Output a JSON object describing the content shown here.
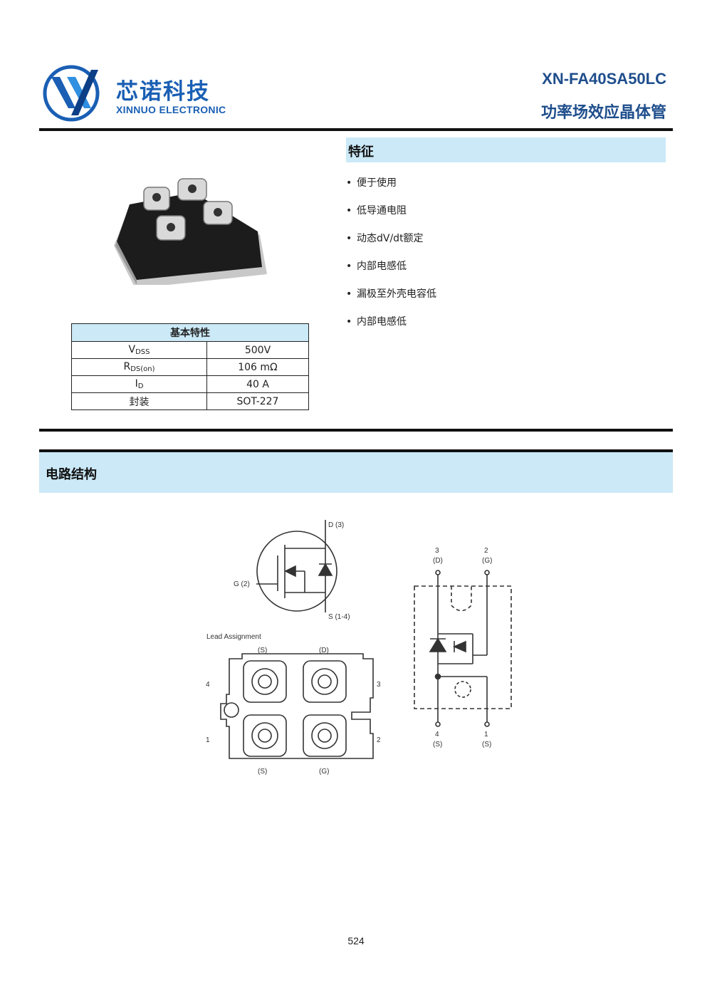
{
  "header": {
    "logo_cn": "芯诺科技",
    "logo_en": "XINNUO ELECTRONIC",
    "part_number": "XN-FA40SA50LC",
    "part_desc": "功率场效应晶体管"
  },
  "features": {
    "title": "特征",
    "items": [
      "便于使用",
      "低导通电阻",
      "动态dV/dt额定",
      "内部电感低",
      "漏极至外壳电容低",
      "内部电感低"
    ]
  },
  "spec_table": {
    "title": "基本特性",
    "rows": [
      {
        "param_main": "V",
        "param_sub": "DSS",
        "value": "500V"
      },
      {
        "param_main": "R",
        "param_sub": "DS(on)",
        "value": "106 mΩ"
      },
      {
        "param_main": "I",
        "param_sub": "D",
        "value": "40 A"
      },
      {
        "param_main": "封装",
        "param_sub": "",
        "value": "SOT-227"
      }
    ]
  },
  "circuit": {
    "title": "电路结构",
    "symbol_labels": {
      "drain": "D (3)",
      "gate": "G (2)",
      "source": "S (1-4)"
    },
    "lead_assignment": {
      "title": "Lead Assignment",
      "top_left": "(S)",
      "top_right": "(D)",
      "bottom_left": "(S)",
      "bottom_right": "(G)",
      "pin_left_top": "4",
      "pin_left_bottom": "1",
      "pin_right_top": "3",
      "pin_right_bottom": "2"
    },
    "schematic": {
      "top_pins": [
        {
          "num": "3",
          "name": "(D)"
        },
        {
          "num": "2",
          "name": "(G)"
        }
      ],
      "bottom_pins": [
        {
          "num": "4",
          "name": "(S)"
        },
        {
          "num": "1",
          "name": "(S)"
        }
      ]
    }
  },
  "footer": {
    "page_number": "524"
  },
  "colors": {
    "brand_blue": "#1a5fb4",
    "header_band": "#cbe9f7"
  }
}
